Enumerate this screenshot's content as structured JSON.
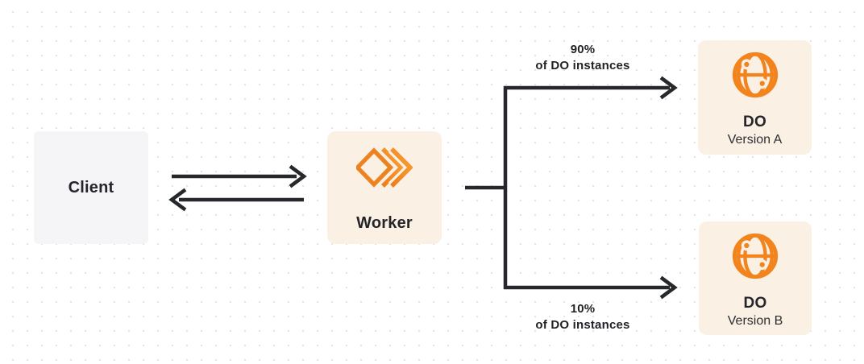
{
  "diagram": {
    "nodes": {
      "client": {
        "label": "Client"
      },
      "worker": {
        "label": "Worker",
        "icon": "cloudflare-workers-icon"
      },
      "do_version_a": {
        "title": "DO",
        "subtitle": "Version A",
        "icon": "durable-object-globe-icon"
      },
      "do_version_b": {
        "title": "DO",
        "subtitle": "Version B",
        "icon": "durable-object-globe-icon"
      }
    },
    "edge_labels": {
      "top_branch": {
        "line1": "90%",
        "line2": "of DO instances"
      },
      "bottom_branch": {
        "line1": "10%",
        "line2": "of DO instances"
      }
    },
    "edges": [
      "client to worker (request arrow, right)",
      "worker to client (response arrow, left)",
      "worker split to DO Version A (90% of DO instances)",
      "worker split to DO Version B (10% of DO instances)"
    ],
    "colors": {
      "accent_orange": "#f2831d",
      "node_cream_bg": "#faf1e4",
      "client_gray_bg": "#f5f5f7",
      "arrow_dark": "#26282c",
      "dot_grid": "#e4e4e7",
      "background": "#ffffff"
    }
  }
}
